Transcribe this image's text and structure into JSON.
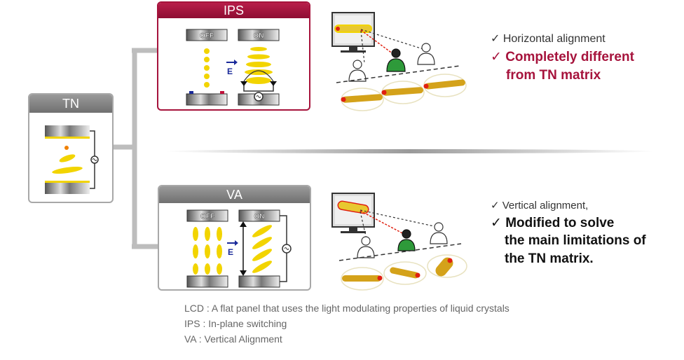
{
  "panels": {
    "tn": {
      "title": "TN"
    },
    "ips": {
      "title": "IPS",
      "off_label": "OFF",
      "on_label": "ON",
      "field_label": "E"
    },
    "va": {
      "title": "VA",
      "off_label": "OFF",
      "on_label": "ON",
      "field_label": "E"
    }
  },
  "ips_notes": {
    "line1": "✓ Horizontal alignment",
    "line2": "✓ Completely different",
    "line3": "from TN matrix"
  },
  "va_notes": {
    "line1": "✓ Vertical alignment,",
    "line2": "✓ Modified to solve",
    "line3": "the main limitations of",
    "line4": "the TN matrix."
  },
  "footnotes": {
    "lcd": "LCD : A flat panel that  uses the light modulating properties of liquid crystals",
    "ips": "IPS : In-plane switching",
    "va": "VA : Vertical  Alignment"
  },
  "colors": {
    "ips_accent": "#a6133c",
    "grey_header": "#8a8a8a",
    "crystal": "#f2d400",
    "rod": "#d4a21a",
    "rod_tip": "#e02010"
  }
}
